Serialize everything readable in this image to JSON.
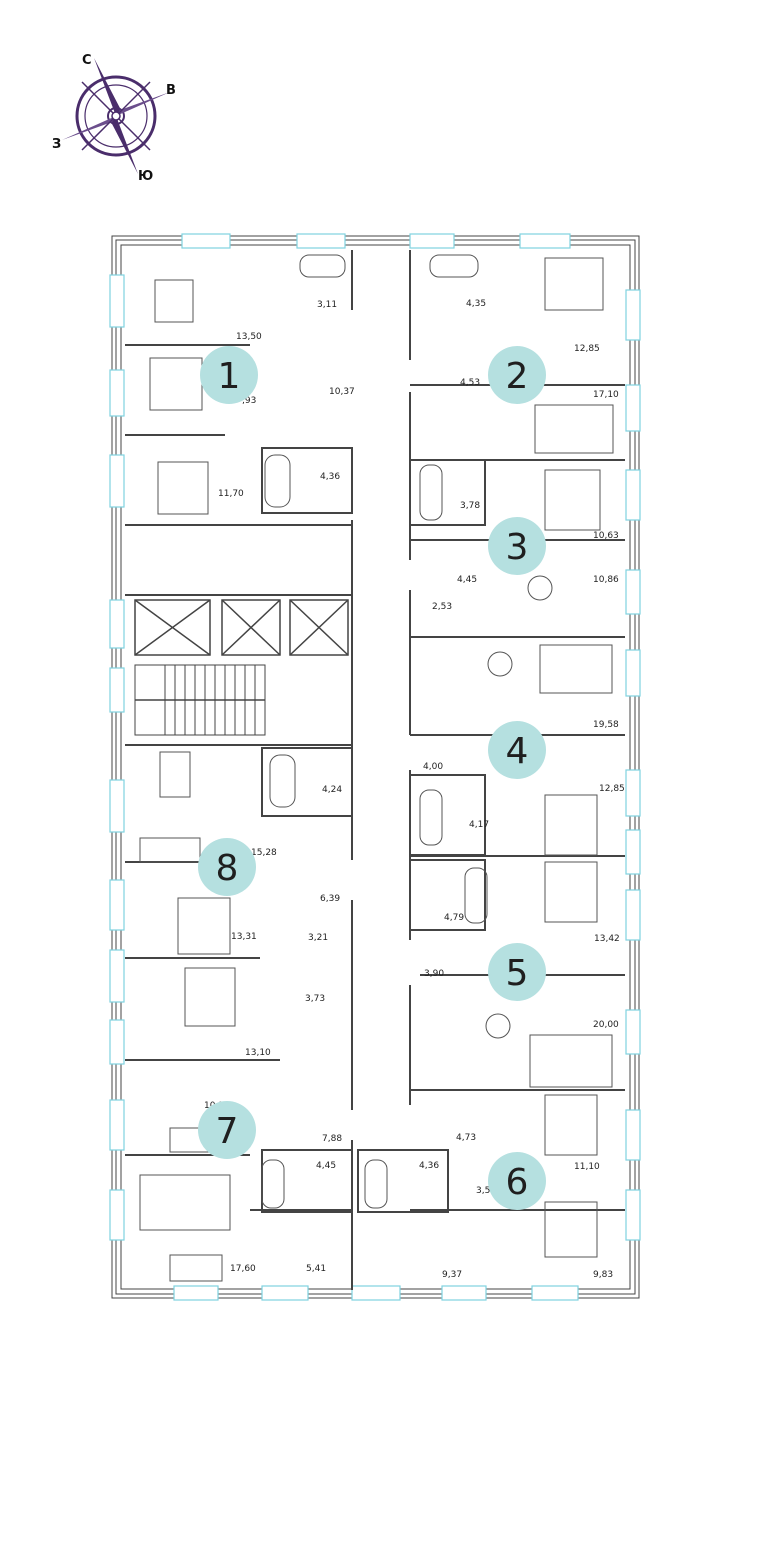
{
  "compass": {
    "labels": [
      {
        "id": "north",
        "text": "С"
      },
      {
        "id": "east",
        "text": "В"
      },
      {
        "id": "south",
        "text": "Ю"
      },
      {
        "id": "west",
        "text": "З"
      }
    ],
    "accent": "#4a2d6b"
  },
  "colors": {
    "marker": "#b5e0e0",
    "wall": "#444444",
    "window": "#7fd3e0",
    "furniture": "#555555"
  },
  "apartments": [
    {
      "id": "1",
      "number": "1"
    },
    {
      "id": "2",
      "number": "2"
    },
    {
      "id": "3",
      "number": "3"
    },
    {
      "id": "4",
      "number": "4"
    },
    {
      "id": "5",
      "number": "5"
    },
    {
      "id": "6",
      "number": "6"
    },
    {
      "id": "7",
      "number": "7"
    },
    {
      "id": "8",
      "number": "8"
    }
  ],
  "areas": [
    {
      "id": "a1",
      "text": "13,50"
    },
    {
      "id": "a2",
      "text": "3,11"
    },
    {
      "id": "a3",
      "text": "10,37"
    },
    {
      "id": "a4",
      "text": ",93"
    },
    {
      "id": "a5",
      "text": "4,36"
    },
    {
      "id": "a6",
      "text": "11,70"
    },
    {
      "id": "a7",
      "text": "4,35"
    },
    {
      "id": "a8",
      "text": "12,85"
    },
    {
      "id": "a9",
      "text": "4,53"
    },
    {
      "id": "a10",
      "text": "17,10"
    },
    {
      "id": "a11",
      "text": "3,78"
    },
    {
      "id": "a12",
      "text": "10,63"
    },
    {
      "id": "a13",
      "text": "4,45"
    },
    {
      "id": "a14",
      "text": "2,53"
    },
    {
      "id": "a15",
      "text": "10,86"
    },
    {
      "id": "a16",
      "text": "19,58"
    },
    {
      "id": "a17",
      "text": "4,00"
    },
    {
      "id": "a18",
      "text": "4,17"
    },
    {
      "id": "a19",
      "text": "12,85"
    },
    {
      "id": "a20",
      "text": "4,24"
    },
    {
      "id": "a21",
      "text": "15,28"
    },
    {
      "id": "a22",
      "text": "6,39"
    },
    {
      "id": "a23",
      "text": "4,79"
    },
    {
      "id": "a24",
      "text": "13,31"
    },
    {
      "id": "a25",
      "text": "3,21"
    },
    {
      "id": "a26",
      "text": "13,42"
    },
    {
      "id": "a27",
      "text": "3,90"
    },
    {
      "id": "a28",
      "text": "3,73"
    },
    {
      "id": "a29",
      "text": "20,00"
    },
    {
      "id": "a30",
      "text": "13,10"
    },
    {
      "id": "a31",
      "text": "10,1"
    },
    {
      "id": "a32",
      "text": "7,88"
    },
    {
      "id": "a33",
      "text": "4,73"
    },
    {
      "id": "a34",
      "text": "4,45"
    },
    {
      "id": "a35",
      "text": "4,36"
    },
    {
      "id": "a36",
      "text": "11,10"
    },
    {
      "id": "a37",
      "text": "3,5"
    },
    {
      "id": "a38",
      "text": "17,60"
    },
    {
      "id": "a39",
      "text": "5,41"
    },
    {
      "id": "a40",
      "text": "9,37"
    },
    {
      "id": "a41",
      "text": "9,83"
    }
  ]
}
